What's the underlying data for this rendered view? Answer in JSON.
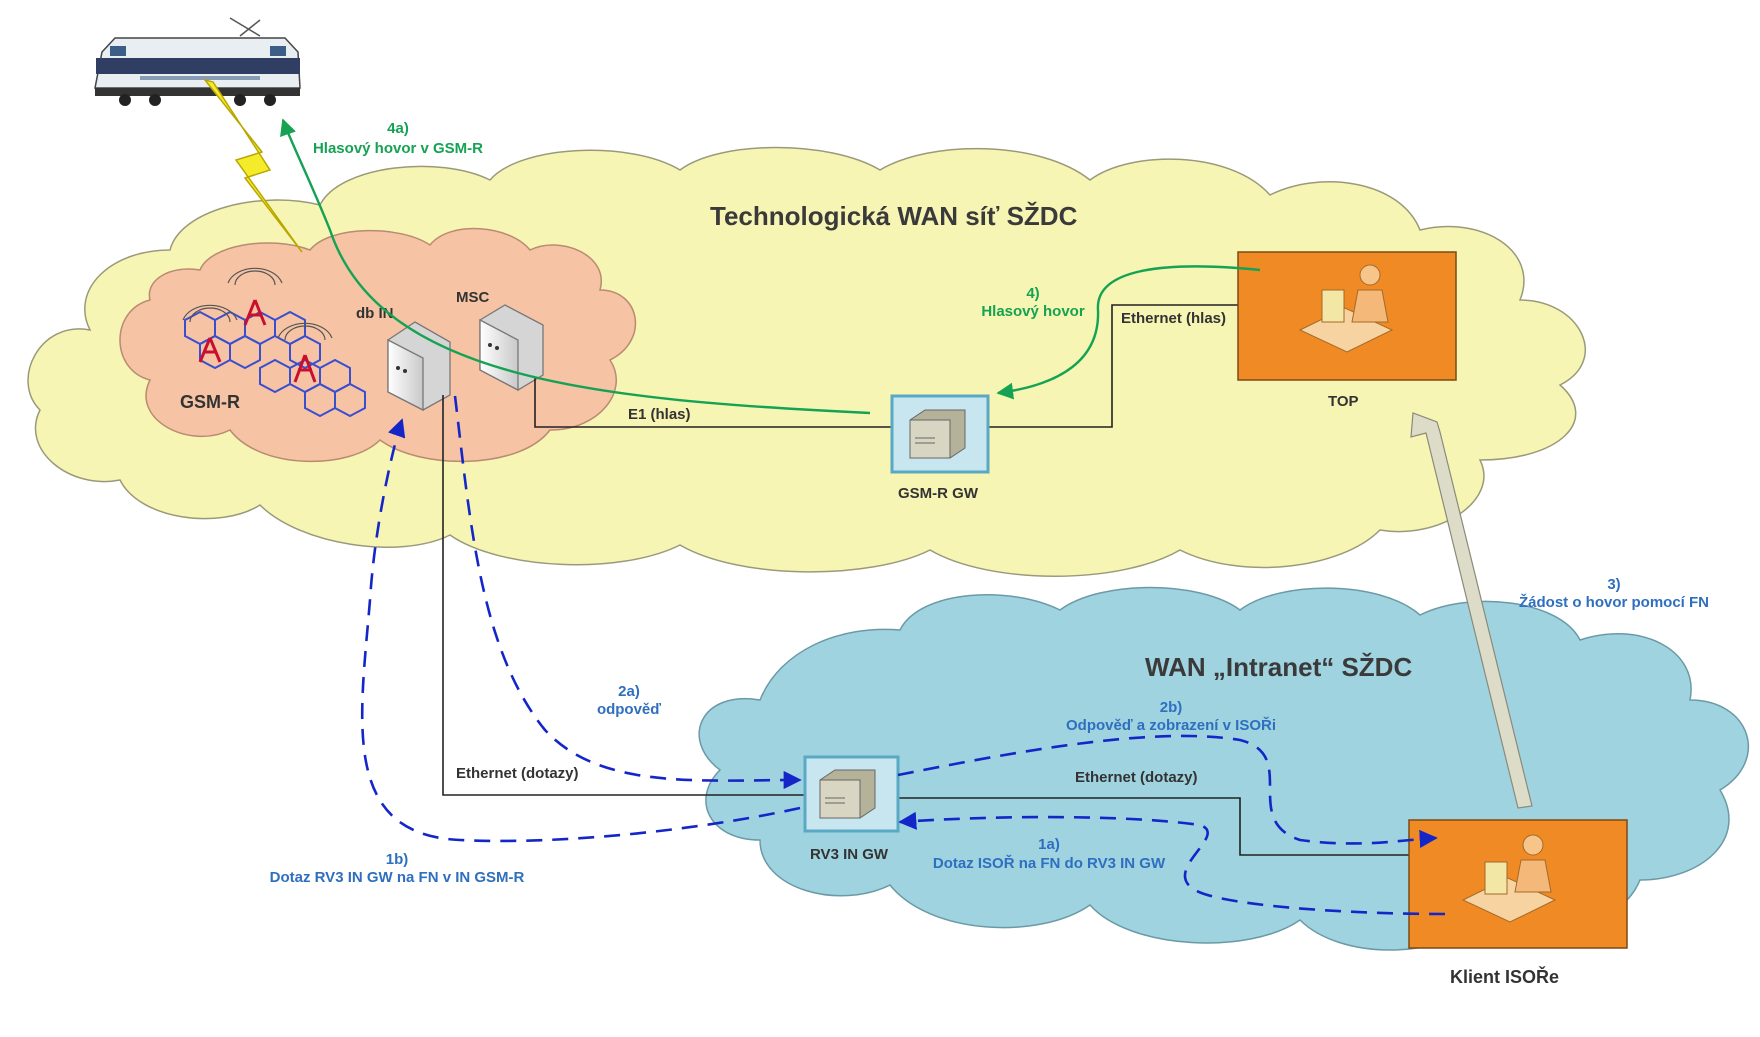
{
  "clouds": {
    "wan_technologicka": "Technologická WAN síť SŽDC",
    "wan_intranet": "WAN „Intranet“ SŽDC"
  },
  "nodes": {
    "gsm_r": "GSM-R",
    "db_in": "db IN",
    "msc": "MSC",
    "gsm_r_gw": "GSM-R GW",
    "rv3_in_gw": "RV3 IN GW",
    "top": "TOP",
    "klient": "Klient ISOŘe"
  },
  "links": {
    "e1": "E1 (hlas)",
    "eth_hlas": "Ethernet (hlas)",
    "eth_dotazy_left": "Ethernet (dotazy)",
    "eth_dotazy_right": "Ethernet (dotazy)"
  },
  "steps": {
    "s4a_num": "4a)",
    "s4a_text": "Hlasový hovor v GSM-R",
    "s4_num": "4)",
    "s4_text": "Hlasový hovor",
    "s3_num": "3)",
    "s3_text": "Žádost o hovor pomocí FN",
    "s2a_num": "2a)",
    "s2a_text": "odpověď",
    "s2b_num": "2b)",
    "s2b_text": "Odpověď a zobrazení v ISOŘi",
    "s1b_num": "1b)",
    "s1b_text": "Dotaz RV3 IN GW na FN v IN GSM-R",
    "s1a_num": "1a)",
    "s1a_text": "Dotaz ISOŘ na FN do RV3 IN GW"
  },
  "colors": {
    "wan_cloud": "#f7f5b4",
    "intranet_cloud": "#9fd3e0",
    "gsm_cloud": "#f6c3a4",
    "orange_box": "#f08a24",
    "green_arrow": "#15a253",
    "blue_dashed": "#1526c8",
    "blue_label": "#2f6fbf"
  }
}
